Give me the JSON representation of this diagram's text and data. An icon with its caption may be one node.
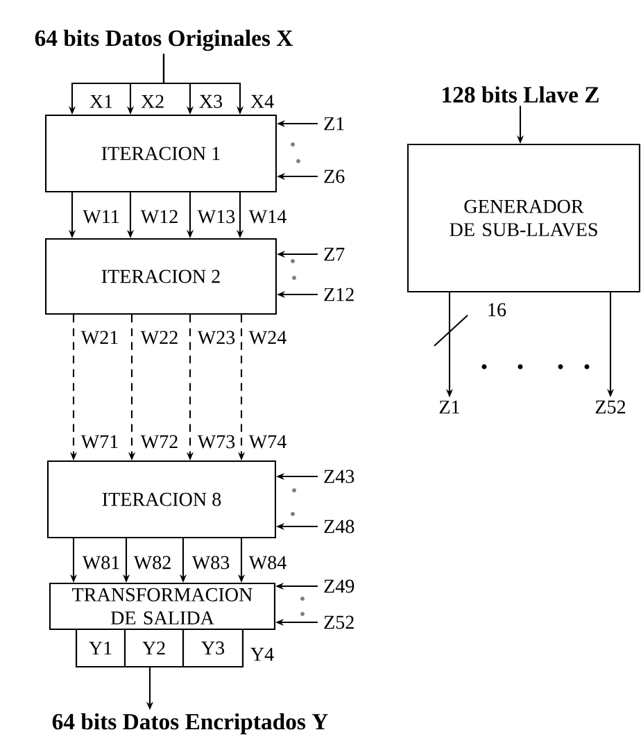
{
  "diagram": {
    "nodes": [
      {
        "text": [
          "64 bits Datos Originales X"
        ]
      },
      {
        "text": [
          "ITERACION 1"
        ]
      },
      {
        "text": [
          "ITERACION 2"
        ]
      },
      {
        "text": [
          "ITERACION 8"
        ]
      },
      {
        "text": [
          "TRANSFORMACION DE SALIDA"
        ]
      },
      {
        "text": [],
        "shape": "box",
        "beside": [
          "Y4"
        ]
      },
      {
        "text": [
          "Y1"
        ],
        "in": 5
      },
      {
        "text": [
          "Y2"
        ],
        "in": 5
      },
      {
        "text": [
          "Y3"
        ],
        "in": 5
      },
      {
        "text": [
          "64 bits Datos Encriptados Y"
        ]
      },
      {
        "text": [
          "128 bits Llave Z"
        ]
      },
      {
        "text": [
          "GENERADOR DE SUB-LLAVES"
        ]
      },
      {
        "text": [
          "Z1"
        ]
      },
      {
        "text": [
          "Z52"
        ]
      },
      {
        "text": [
          "Z1"
        ]
      },
      {
        "text": [
          "Z6"
        ]
      },
      {
        "text": [
          "Z7"
        ]
      },
      {
        "text": [
          "Z12"
        ]
      },
      {
        "text": [
          "Z43"
        ]
      },
      {
        "text": [
          "Z48"
        ]
      },
      {
        "text": [
          "Z49"
        ]
      },
      {
        "text": [
          "Z52"
        ]
      }
    ],
    "edges": [
      {
        "from": 0,
        "to": 1,
        "arrow": "to",
        "label": "X1"
      },
      {
        "from": 0,
        "to": 1,
        "arrow": "to",
        "label": "X2"
      },
      {
        "from": 0,
        "to": 1,
        "arrow": "to",
        "label": "X3"
      },
      {
        "from": 0,
        "to": 1,
        "arrow": "to",
        "label": "X4"
      },
      {
        "from": 1,
        "to": 2,
        "arrow": "to",
        "label": "W11"
      },
      {
        "from": 1,
        "to": 2,
        "arrow": "to",
        "label": "W12"
      },
      {
        "from": 1,
        "to": 2,
        "arrow": "to",
        "label": "W13"
      },
      {
        "from": 1,
        "to": 2,
        "arrow": "to",
        "label": "W14"
      },
      {
        "from": 2,
        "to": 3,
        "arrow": "to",
        "label": "W21",
        "style": "dashed"
      },
      {
        "from": 2,
        "to": 3,
        "arrow": "to",
        "label": "W22",
        "style": "dashed"
      },
      {
        "from": 2,
        "to": 3,
        "arrow": "to",
        "label": "W23",
        "style": "dashed"
      },
      {
        "from": 2,
        "to": 3,
        "arrow": "to",
        "label": "W24",
        "style": "dashed"
      },
      {
        "from": 3,
        "to": 4,
        "arrow": "to",
        "label": "W81"
      },
      {
        "from": 3,
        "to": 4,
        "arrow": "to",
        "label": "W82"
      },
      {
        "from": 3,
        "to": 4,
        "arrow": "to",
        "label": "W83"
      },
      {
        "from": 3,
        "to": 4,
        "arrow": "to",
        "label": "W84"
      },
      {
        "from": 5,
        "to": 9,
        "arrow": "to"
      },
      {
        "from": 10,
        "to": 11,
        "arrow": "to"
      },
      {
        "from": 11,
        "to": 12,
        "arrow": "to",
        "label": "16"
      },
      {
        "from": 11,
        "to": 13,
        "arrow": "to"
      },
      {
        "from": 14,
        "to": 1,
        "arrow": "to"
      },
      {
        "from": 15,
        "to": 1,
        "arrow": "to"
      },
      {
        "from": 16,
        "to": 2,
        "arrow": "to"
      },
      {
        "from": 17,
        "to": 2,
        "arrow": "to"
      },
      {
        "from": 18,
        "to": 3,
        "arrow": "to"
      },
      {
        "from": 19,
        "to": 3,
        "arrow": "to"
      },
      {
        "from": 20,
        "to": 4,
        "arrow": "to"
      },
      {
        "from": 21,
        "to": 4,
        "arrow": "to"
      }
    ],
    "labels": [
      "W71",
      "W72",
      "W73",
      "W74"
    ]
  }
}
